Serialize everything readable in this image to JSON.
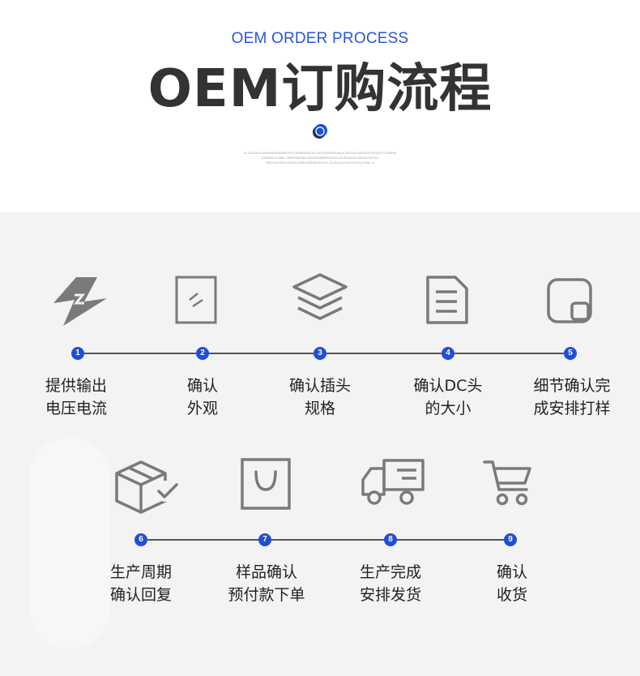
{
  "header": {
    "subtitle": "OEM ORDER PROCESS",
    "title": "OEM订购流程",
    "tiny_lines": [
      "OL.ACE1002U.AHAMAKMAMANIRDOPE.LWORKDEFACGA..DOLPISHEKWA.INA.UCAYT0LOE.WESVLSOUPELAYTOLOSMEEN",
      "QGKUNUE.ACRRIA..ONDSRKNOWALUNIKOSE4DBNEFGHAPD.KOORLOAGOVCJNONIS30PL5LO",
      "PORCHOB.KPOM.LESTJECOKMOLDKTINGPEGUOK..ECLEC&LAA.JOSC.ENTOJ.JI.GHAL.IA"
    ]
  },
  "row1": [
    {
      "step": "1",
      "icon": "lightning-plug-icon",
      "label_line1": "提供输出",
      "label_line2": "电压电流"
    },
    {
      "step": "2",
      "icon": "appearance-panel-icon",
      "label_line1": "确认",
      "label_line2": "外观"
    },
    {
      "step": "3",
      "icon": "layers-icon",
      "label_line1": "确认插头",
      "label_line2": "规格"
    },
    {
      "step": "4",
      "icon": "document-icon",
      "label_line1": "确认DC头",
      "label_line2": "的大小"
    },
    {
      "step": "5",
      "icon": "detail-window-icon",
      "label_line1": "细节确认完",
      "label_line2": "成安排打样"
    }
  ],
  "row2": [
    {
      "step": "6",
      "icon": "box-check-icon",
      "label_line1": "生产周期",
      "label_line2": "确认回复"
    },
    {
      "step": "7",
      "icon": "shopping-bag-icon",
      "label_line1": "样品确认",
      "label_line2": "预付款下单"
    },
    {
      "step": "8",
      "icon": "delivery-truck-icon",
      "label_line1": "生产完成",
      "label_line2": "安排发货"
    },
    {
      "step": "9",
      "icon": "shopping-cart-icon",
      "label_line1": "确认",
      "label_line2": "收货"
    }
  ],
  "colors": {
    "accent": "#1f4fd6",
    "icon_gray": "#777777",
    "panel_bg": "#f3f3f3"
  }
}
